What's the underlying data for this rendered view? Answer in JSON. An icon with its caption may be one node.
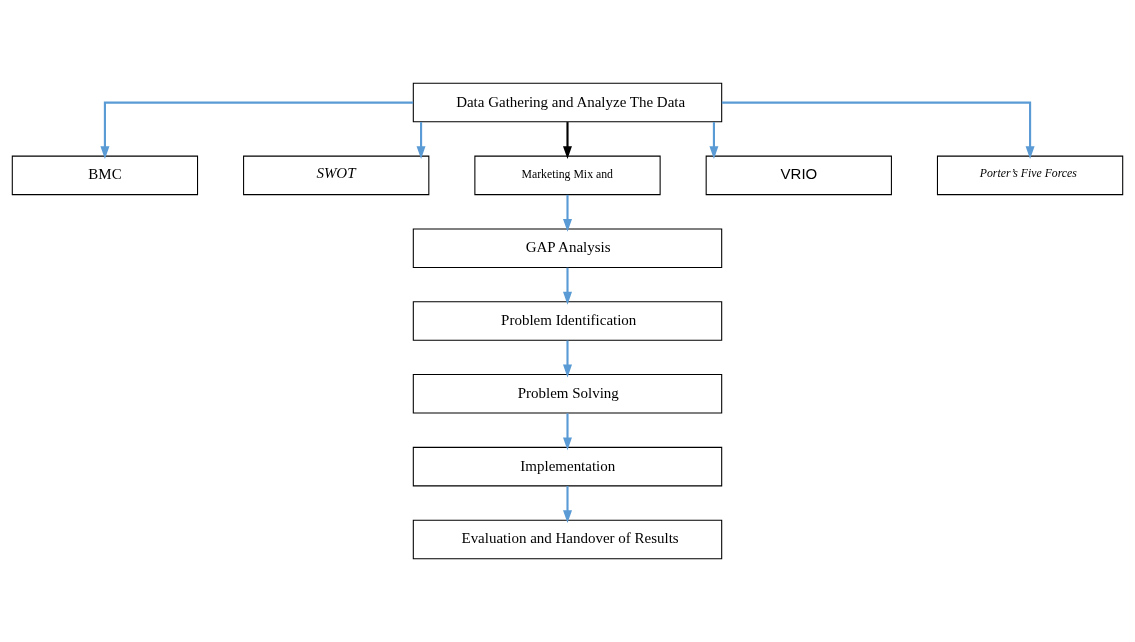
{
  "diagram": {
    "nodes": [
      {
        "text": [
          "Data Gathering and Analyze The Data"
        ]
      },
      {
        "text": [
          "BMC"
        ]
      },
      {
        "text": [
          "SWOT"
        ]
      },
      {
        "text": [
          "Marketing Mix and"
        ]
      },
      {
        "text": [
          "VRIO"
        ]
      },
      {
        "text": [
          "Porter’s Five Forces"
        ]
      },
      {
        "text": [
          "GAP Analysis"
        ]
      },
      {
        "text": [
          "Problem Identification"
        ]
      },
      {
        "text": [
          "Problem Solving"
        ]
      },
      {
        "text": [
          "Implementation"
        ]
      },
      {
        "text": [
          "Evaluation and Handover of Results"
        ]
      }
    ],
    "edges": [
      {
        "from": 0,
        "to": 1,
        "arrow": "to"
      },
      {
        "from": 0,
        "to": 2,
        "arrow": "to"
      },
      {
        "from": 0,
        "to": 3,
        "arrow": "to",
        "color": "#000000"
      },
      {
        "from": 0,
        "to": 4,
        "arrow": "to"
      },
      {
        "from": 0,
        "to": 5,
        "arrow": "to"
      },
      {
        "from": 3,
        "to": 6,
        "arrow": "to"
      },
      {
        "from": 6,
        "to": 7,
        "arrow": "to"
      },
      {
        "from": 7,
        "to": 8,
        "arrow": "to"
      },
      {
        "from": 8,
        "to": 9,
        "arrow": "to"
      },
      {
        "from": 9,
        "to": 10,
        "arrow": "to"
      }
    ]
  }
}
